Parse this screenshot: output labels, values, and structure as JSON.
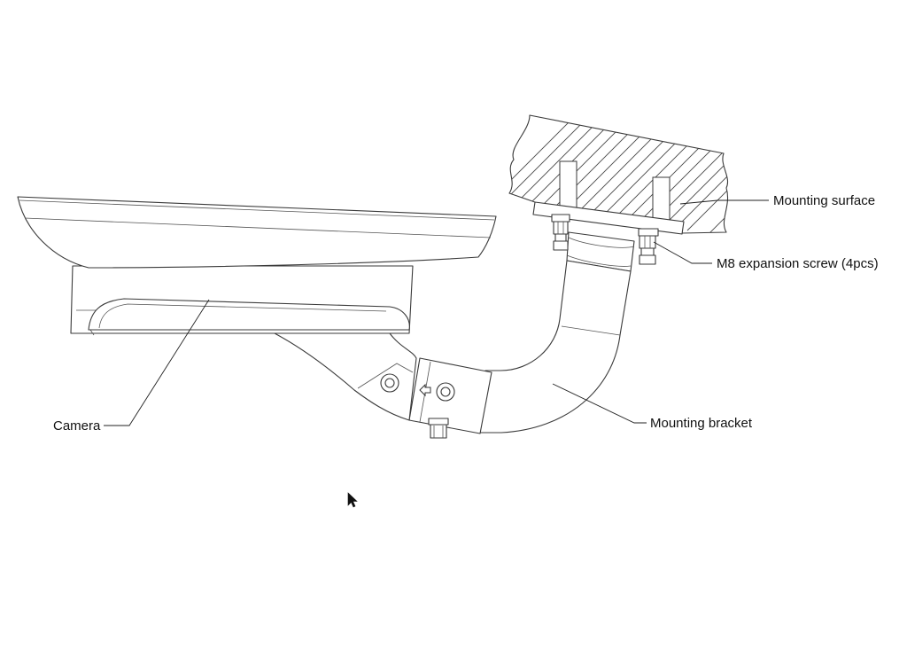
{
  "callouts": {
    "mounting_surface": "Mounting surface",
    "expansion_screw": "M8 expansion screw (4pcs)",
    "mounting_bracket": "Mounting bracket",
    "camera": "Camera"
  },
  "icons": {
    "direction_arrow": "hollow-arrow-left-icon",
    "cursor": "mouse-pointer-icon"
  }
}
